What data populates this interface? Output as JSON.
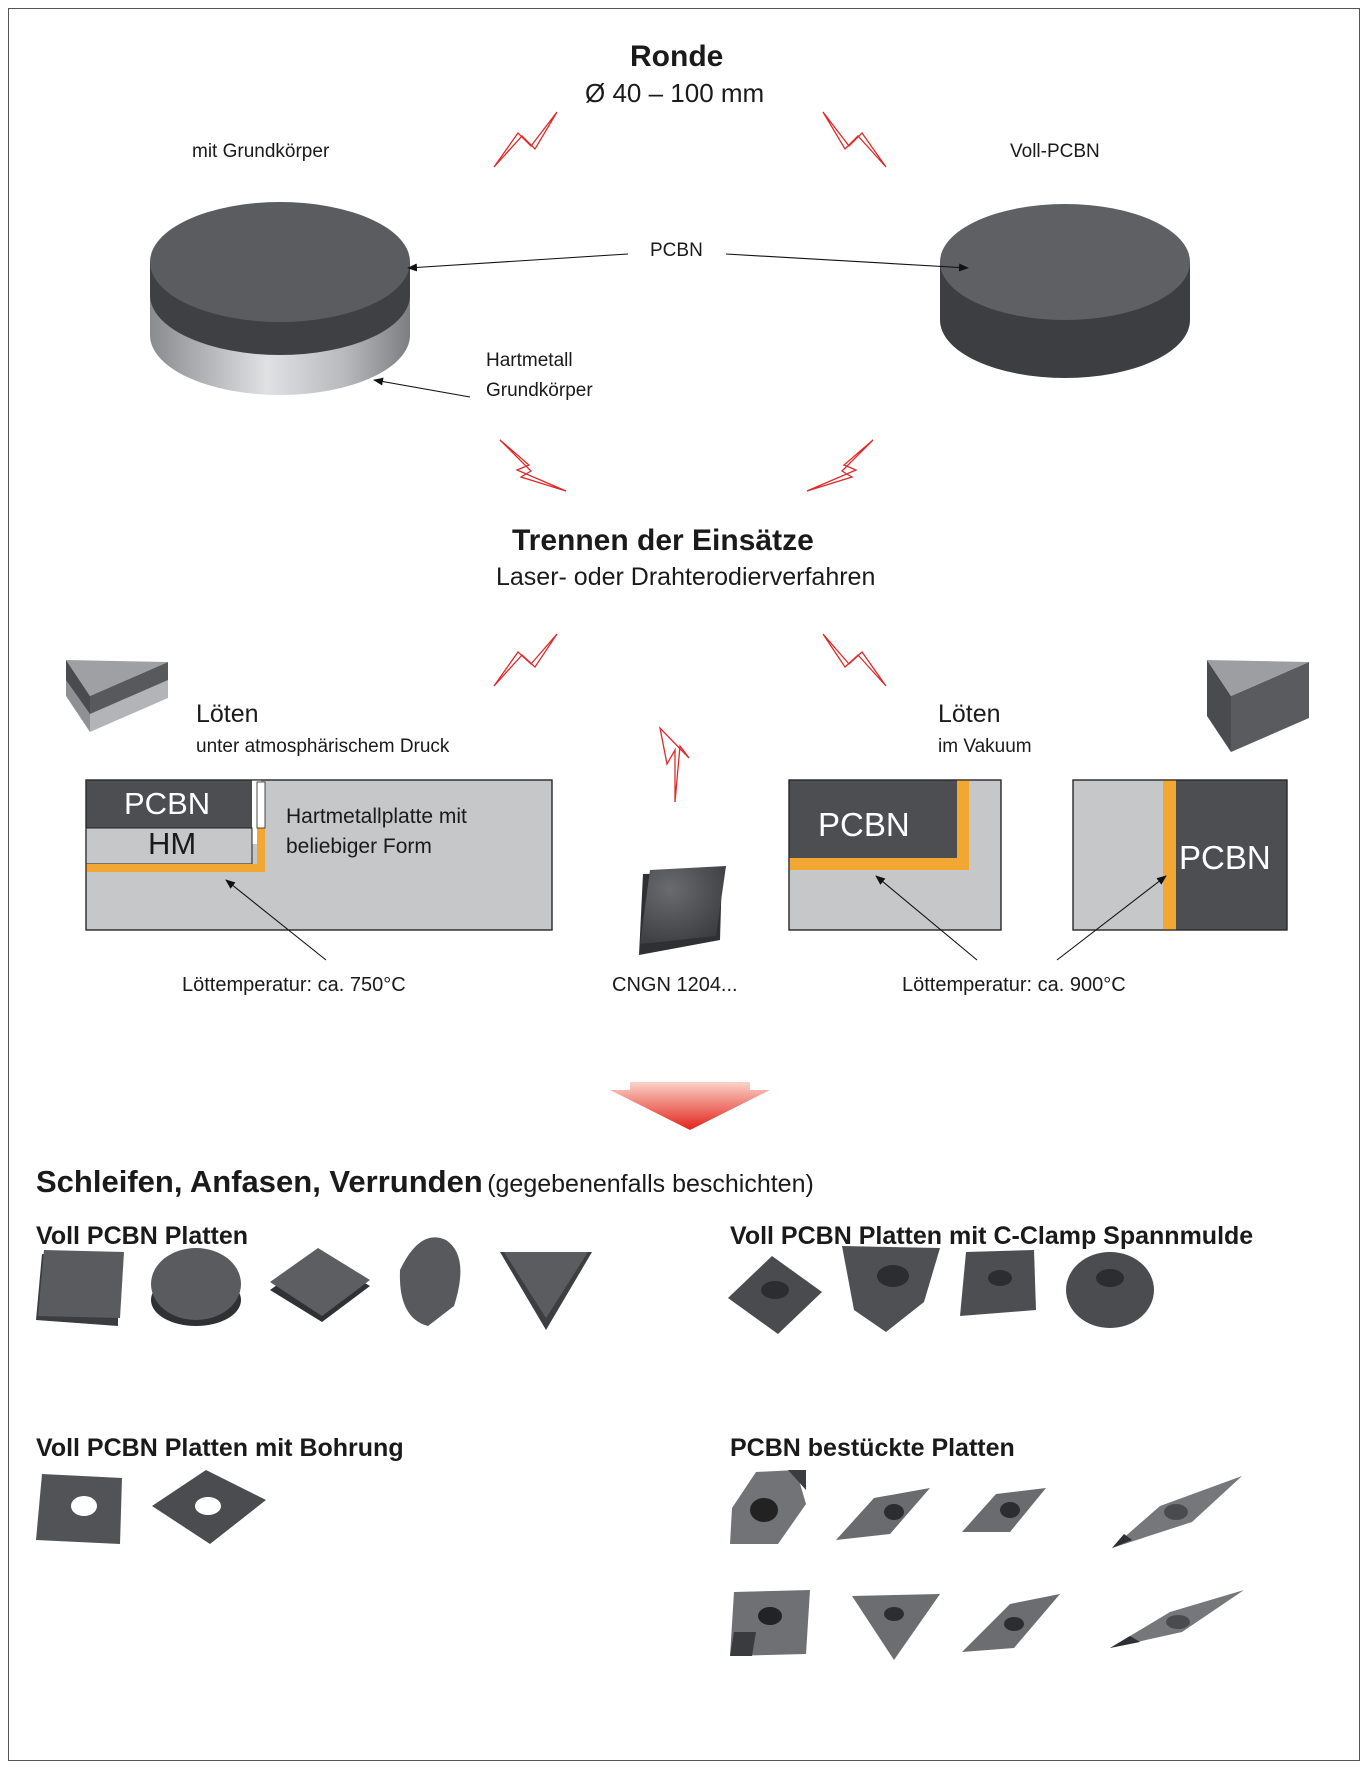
{
  "ronde": {
    "title": "Ronde",
    "diameter": "Ø 40 – 100 mm"
  },
  "left_disc": {
    "label": "mit Grundkörper",
    "base_label_1": "Hartmetall",
    "base_label_2": "Grundkörper"
  },
  "right_disc": {
    "label": "Voll-PCBN"
  },
  "pcbn_label": "PCBN",
  "trennen": {
    "title": "Trennen der Einsätze",
    "subtitle": "Laser- oder Drahterodierverfahren"
  },
  "loeten_atm": {
    "title": "Löten",
    "subtitle": "unter atmosphärischem Druck",
    "pcbn": "PCBN",
    "hm": "HM",
    "plate_text_1": "Hartmetallplatte mit",
    "plate_text_2": "beliebiger Form",
    "temp": "Löttemperatur: ca. 750°C"
  },
  "center_insert": {
    "label": "CNGN 1204..."
  },
  "loeten_vak": {
    "title": "Löten",
    "subtitle": "im Vakuum",
    "pcbn_a": "PCBN",
    "pcbn_b": "PCBN",
    "temp": "Löttemperatur: ca. 900°C"
  },
  "finishing": {
    "title": "Schleifen, Anfasen, Verrunden",
    "note": "(gegebenenfalls beschichten)"
  },
  "groups": {
    "voll": "Voll PCBN Platten",
    "cclamp": "Voll PCBN Platten mit C-Clamp Spannmulde",
    "bohrung": "Voll PCBN Platten mit Bohrung",
    "bestueckt": "PCBN bestückte Platten"
  },
  "colors": {
    "pcbn_dark": "#4d4e52",
    "hm_grey": "#c6c7c9",
    "braze_orange": "#f2a733",
    "arrow_red": "#e02a2a"
  }
}
